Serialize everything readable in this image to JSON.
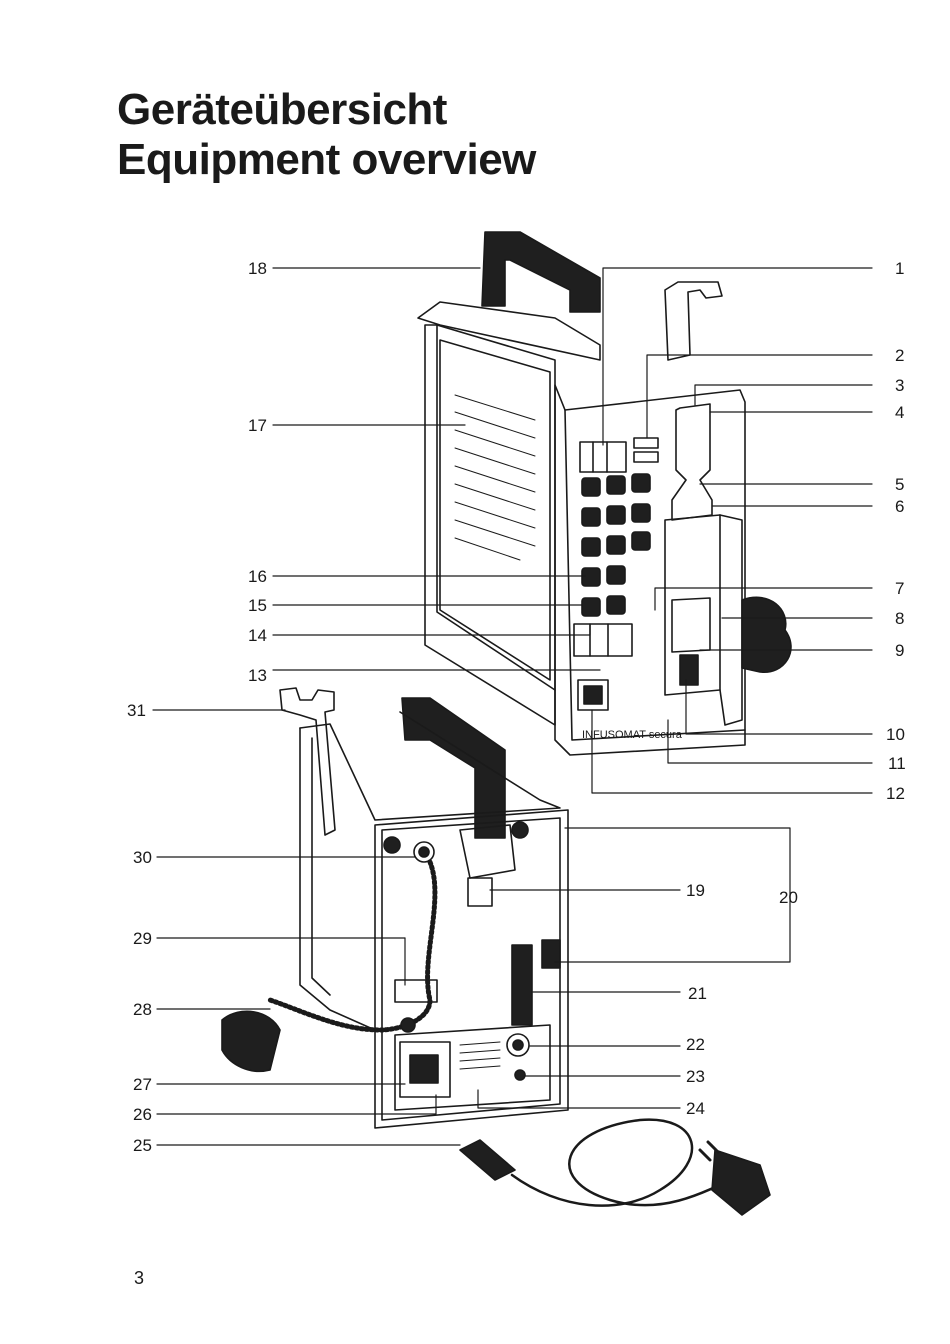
{
  "header": {
    "title_de": "Geräteübersicht",
    "title_en": "Equipment overview"
  },
  "device_label": "INFUSOMAT secura",
  "callouts": {
    "c1": "1",
    "c2": "2",
    "c3": "3",
    "c4": "4",
    "c5": "5",
    "c6": "6",
    "c7": "7",
    "c8": "8",
    "c9": "9",
    "c10": "10",
    "c11": "11",
    "c12": "12",
    "c13": "13",
    "c14": "14",
    "c15": "15",
    "c16": "16",
    "c17": "17",
    "c18": "18",
    "c19": "19",
    "c20": "20",
    "c21": "21",
    "c22": "22",
    "c23": "23",
    "c24": "24",
    "c25": "25",
    "c26": "26",
    "c27": "27",
    "c28": "28",
    "c29": "29",
    "c30": "30",
    "c31": "31"
  },
  "footer": {
    "page_number": "3"
  }
}
